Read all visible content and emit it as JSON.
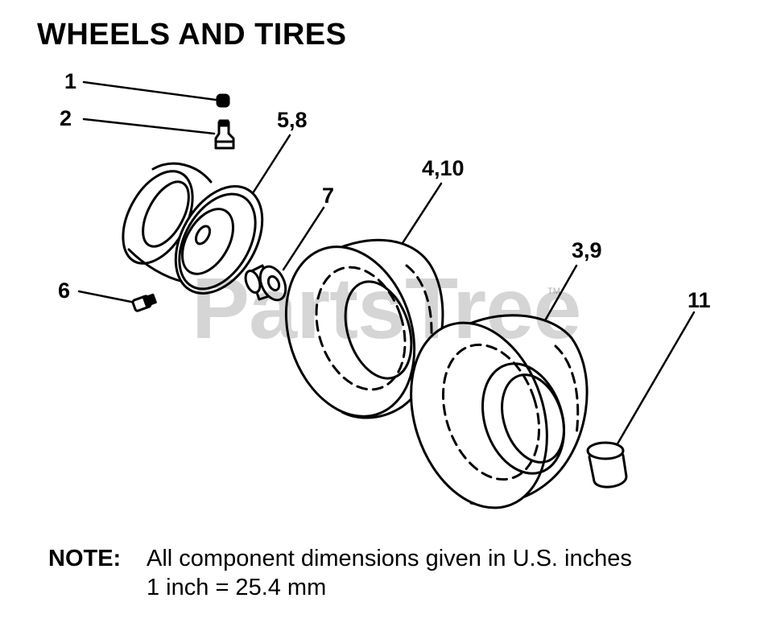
{
  "title": "WHEELS AND TIRES",
  "callouts": {
    "c1": "1",
    "c2": "2",
    "c58": "5,8",
    "c6": "6",
    "c7": "7",
    "c410": "4,10",
    "c39": "3,9",
    "c11": "11"
  },
  "note": {
    "label": "NOTE:",
    "line1": "All component dimensions given in U.S. inches",
    "line2": "1 inch = 25.4 mm"
  },
  "watermark": {
    "text": "PartsTree",
    "tm": "TM"
  }
}
